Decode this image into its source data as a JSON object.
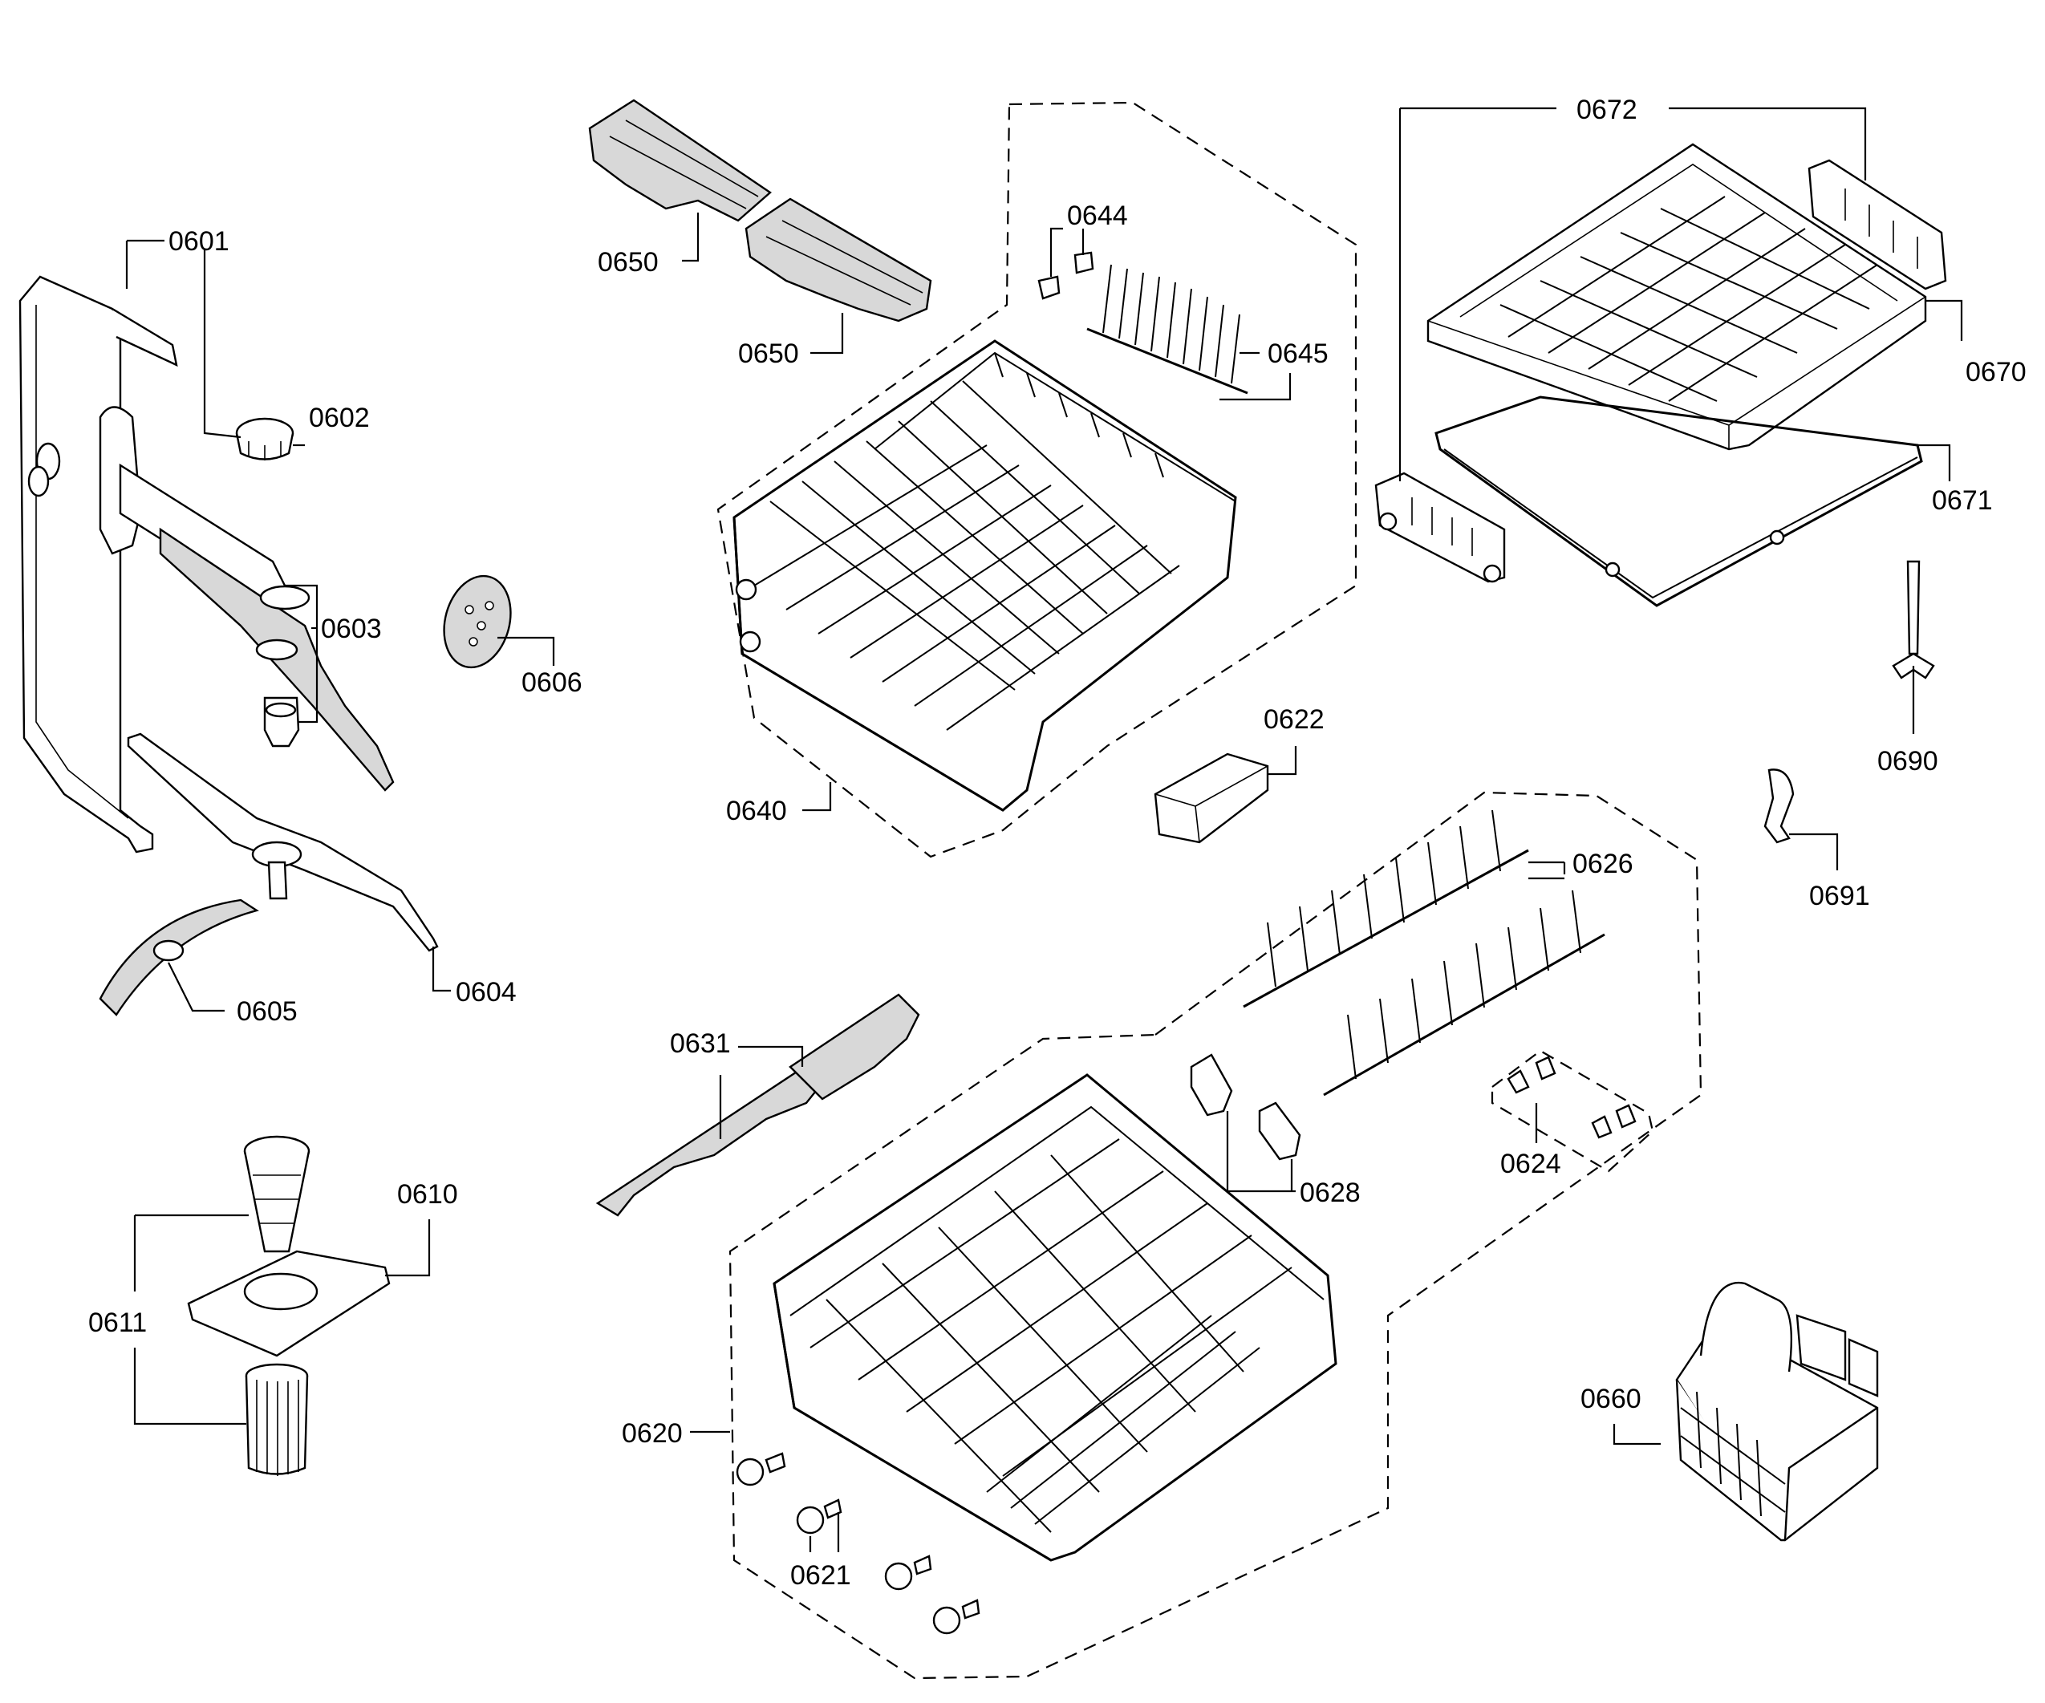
{
  "labels": {
    "l0601": "0601",
    "l0602": "0602",
    "l0603": "0603",
    "l0604": "0604",
    "l0605": "0605",
    "l0606": "0606",
    "l0610": "0610",
    "l0611": "0611",
    "l0620": "0620",
    "l0621": "0621",
    "l0622": "0622",
    "l0624": "0624",
    "l0626": "0626",
    "l0628": "0628",
    "l0631": "0631",
    "l0640": "0640",
    "l0644": "0644",
    "l0645": "0645",
    "l0650a": "0650",
    "l0650b": "0650",
    "l0660": "0660",
    "l0670": "0670",
    "l0671": "0671",
    "l0672": "0672",
    "l0690": "0690",
    "l0691": "0691"
  }
}
